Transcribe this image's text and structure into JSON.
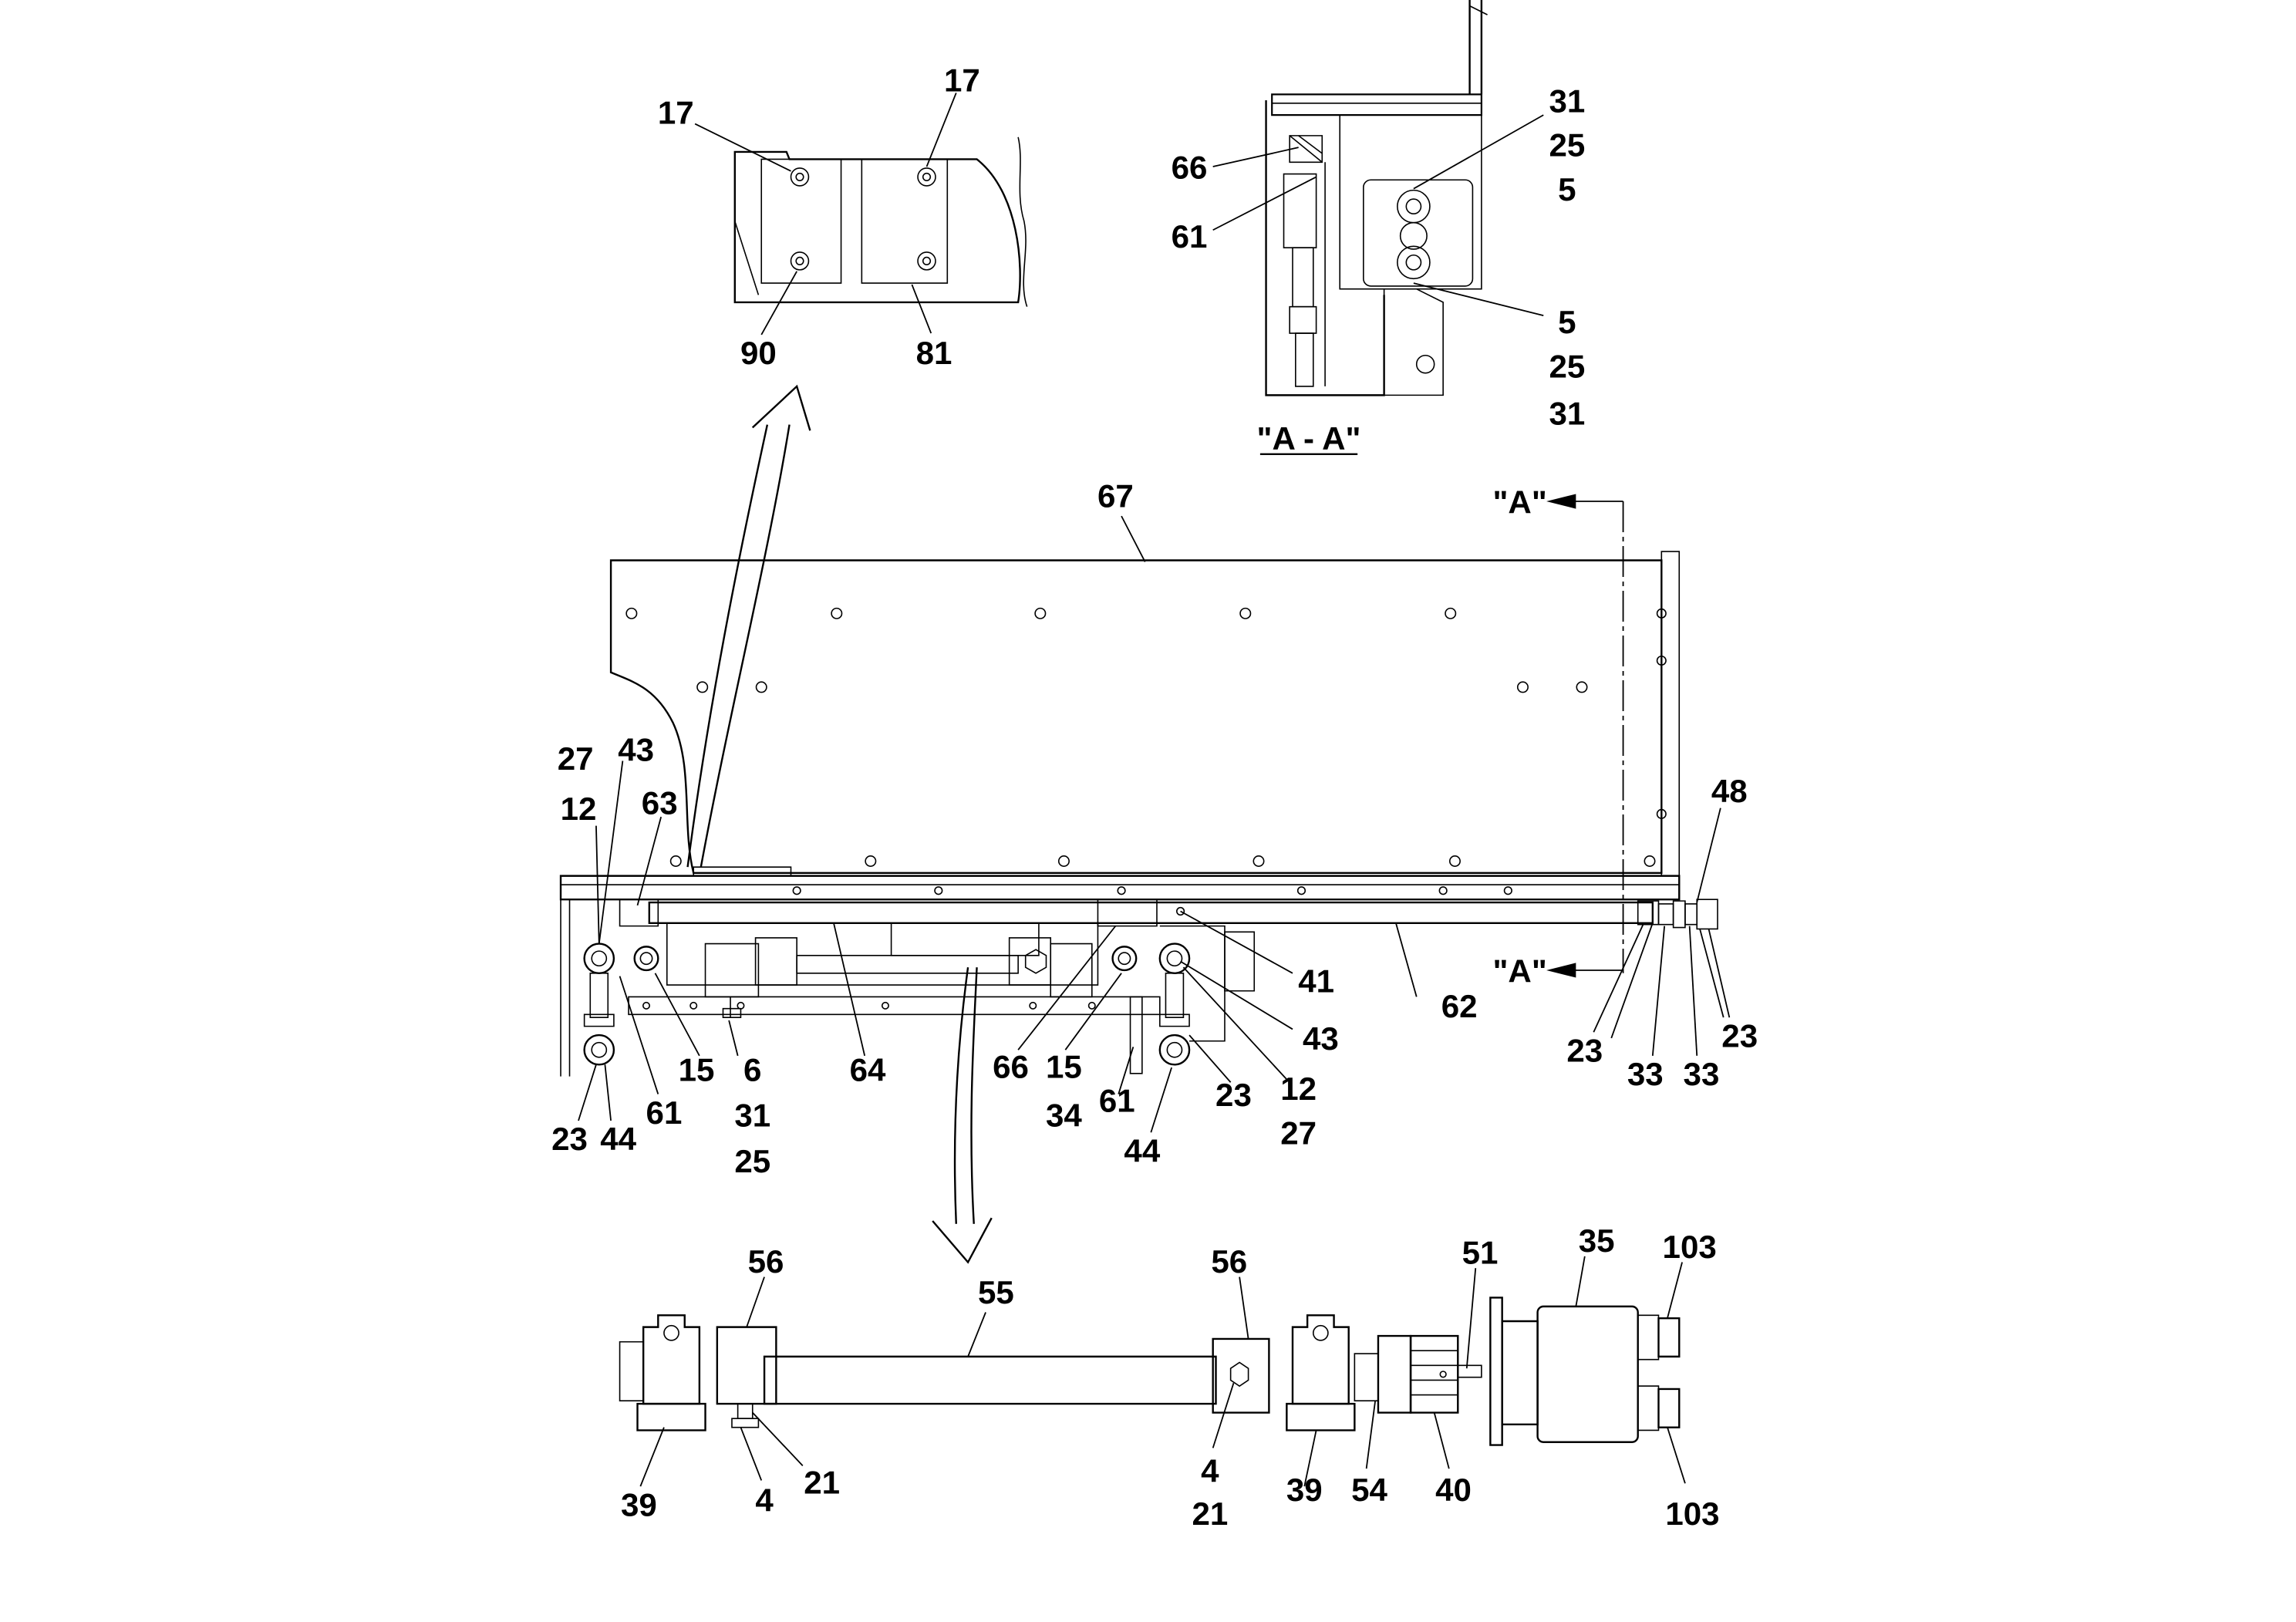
{
  "section_title": "\"A - A\"",
  "section_arrow_label": "\"A\"",
  "callouts": {
    "detail_top": [
      "17",
      "17",
      "90",
      "81"
    ],
    "section_view": [
      "66",
      "61",
      "31",
      "25",
      "5",
      "5",
      "25",
      "31"
    ],
    "main_assembly": [
      "67",
      "27",
      "43",
      "12",
      "63",
      "48",
      "41",
      "62",
      "43",
      "12",
      "27",
      "23",
      "33",
      "33",
      "23",
      "23",
      "44",
      "61",
      "15",
      "6",
      "31",
      "25",
      "64",
      "66",
      "15",
      "34",
      "61",
      "44",
      "23"
    ],
    "shaft_assembly": [
      "56",
      "55",
      "56",
      "51",
      "35",
      "103",
      "39",
      "4",
      "21",
      "4",
      "21",
      "39",
      "54",
      "40",
      "103"
    ]
  }
}
